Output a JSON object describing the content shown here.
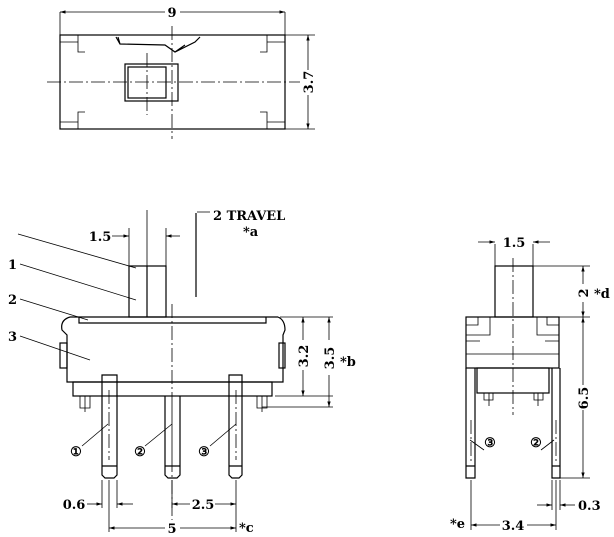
{
  "top_view": {
    "width_dim": "9",
    "height_dim": "3.7"
  },
  "side_view": {
    "actuator_width_dim": "1.5",
    "travel_label": "2 TRAVEL",
    "travel_note": "*a",
    "part_labels": [
      "1",
      "2",
      "3"
    ],
    "height_dim_1": "3.2",
    "height_dim_2": "3.5",
    "height_note": "*b",
    "pin_labels": [
      "①",
      "②",
      "③"
    ],
    "pin_width_dim": "0.6",
    "pin_pitch_dim": "2.5",
    "pin_span_dim": "5",
    "pin_span_note": "*c"
  },
  "end_view": {
    "actuator_width_dim": "1.5",
    "actuator_height_dim": "2",
    "actuator_height_note": "*d",
    "total_height_dim": "6.5",
    "pin_labels": [
      "③",
      "②"
    ],
    "pin_thickness_dim": "0.3",
    "pin_span_dim": "3.4",
    "pin_span_note": "*e"
  }
}
